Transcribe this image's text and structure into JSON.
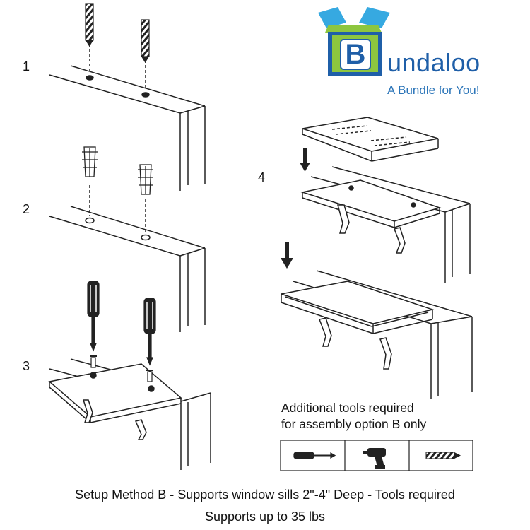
{
  "brand": {
    "logo_letter": "B",
    "name": "undaloo",
    "tagline": "A Bundle for You!"
  },
  "steps": [
    "1",
    "2",
    "3",
    "4"
  ],
  "tools": {
    "note_line1": "Additional tools required",
    "note_line2": "for assembly option B only",
    "items": [
      "screwdriver-icon",
      "power-drill-icon",
      "drill-bit-icon"
    ]
  },
  "caption": {
    "line1": "Setup Method B - Supports window sills 2\"-4\" Deep - Tools required",
    "line2": "Supports up to 35 lbs"
  },
  "colors": {
    "brand_blue": "#1f5fa8",
    "logo_green": "#8dc63f",
    "logo_light_blue": "#36a9e1",
    "line": "#222222"
  }
}
